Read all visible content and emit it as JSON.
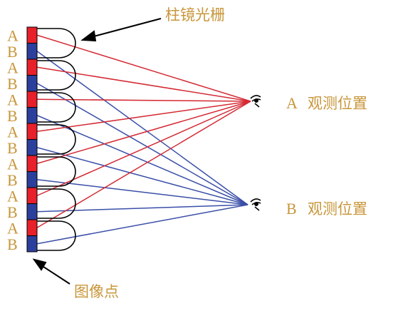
{
  "labels": {
    "lens_grating": "柱镜光栅",
    "image_point": "图像点",
    "view_a_letter": "A",
    "view_a_text": "观测位置",
    "view_b_letter": "B",
    "view_b_text": "观测位置"
  },
  "column_labels": [
    "A",
    "B",
    "A",
    "B",
    "A",
    "B",
    "A",
    "B",
    "A",
    "B",
    "A",
    "B",
    "A",
    "B"
  ],
  "colors": {
    "a_pixel": "#e8202a",
    "b_pixel": "#2b3f9c",
    "a_ray": "#d42a34",
    "b_ray": "#3a4fa8",
    "label": "#c8963a",
    "lens": "#000000"
  },
  "icons": {
    "eye_a": "eye-icon",
    "eye_b": "eye-icon"
  }
}
